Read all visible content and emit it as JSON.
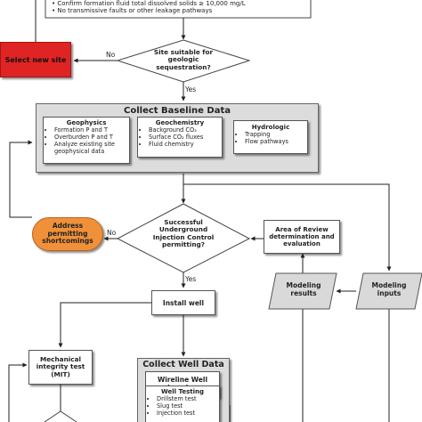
{
  "top_criteria": [
    "Confirm formation fluid total dissolved solids ≥ 10,000 mg/L",
    "No transmissive faults or other leakage pathways"
  ],
  "select_new_site": "Select new site",
  "site_decision": "Site suitable for geologic sequestration?",
  "no_label_1": "No",
  "yes_label_1": "Yes",
  "baseline": {
    "title": "Collect Baseline Data",
    "geophysics": {
      "title": "Geophysics",
      "items": [
        "Formation P and T",
        "Overburden P and T",
        "Analyze existing site geophysical data"
      ]
    },
    "geochemistry": {
      "title": "Geochemistry",
      "items": [
        "Background CO₂",
        "Surface CO₂ fluxes",
        "Fluid chemistry"
      ]
    },
    "hydrologic": {
      "title": "Hydrologic",
      "items": [
        "Trapping",
        "Flow pathways"
      ]
    }
  },
  "address_permitting": "Address permitting shortcomings",
  "uic_decision": "Successful Underground Injection Control permitting?",
  "no_label_2": "No",
  "yes_label_2": "Yes",
  "area_of_review": "Area of Review determination and evaluation",
  "modeling_results": "Modeling results",
  "modeling_inputs": "Modeling inputs",
  "install_well": "Install well",
  "mit": "Mechanical integrity test (MIT)",
  "well_data": {
    "title": "Collect Well Data",
    "wireline": "Wireline Well Logging",
    "testing_title": "Well Testing",
    "testing_items": [
      "Drillstem test",
      "Slug test",
      "Injection test"
    ]
  },
  "colors": {
    "red": "#e02424",
    "orange": "#f0913a",
    "gray_panel": "#dcdcdc",
    "para_fill": "#d9d9d9"
  }
}
